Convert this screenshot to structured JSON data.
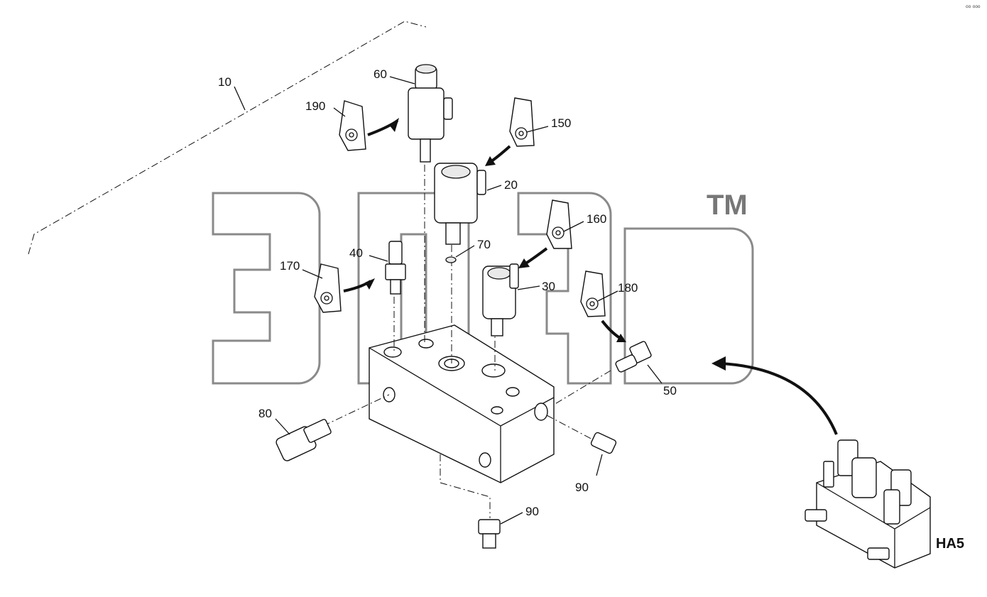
{
  "callouts": {
    "c10": "10",
    "c60": "60",
    "c190": "190",
    "c150": "150",
    "c20": "20",
    "c160": "160",
    "c70": "70",
    "c40": "40",
    "c170": "170",
    "c30": "30",
    "c180": "180",
    "c50": "50",
    "c80": "80",
    "c90a": "90",
    "c90b": "90"
  },
  "assembly_label": "HA5",
  "watermark_tm": "TM",
  "top_right_mark": "⁰⁰ ⁰⁰⁰",
  "icons": [
    "coil-connector-icon",
    "valve-block-icon",
    "fitting-icon"
  ]
}
